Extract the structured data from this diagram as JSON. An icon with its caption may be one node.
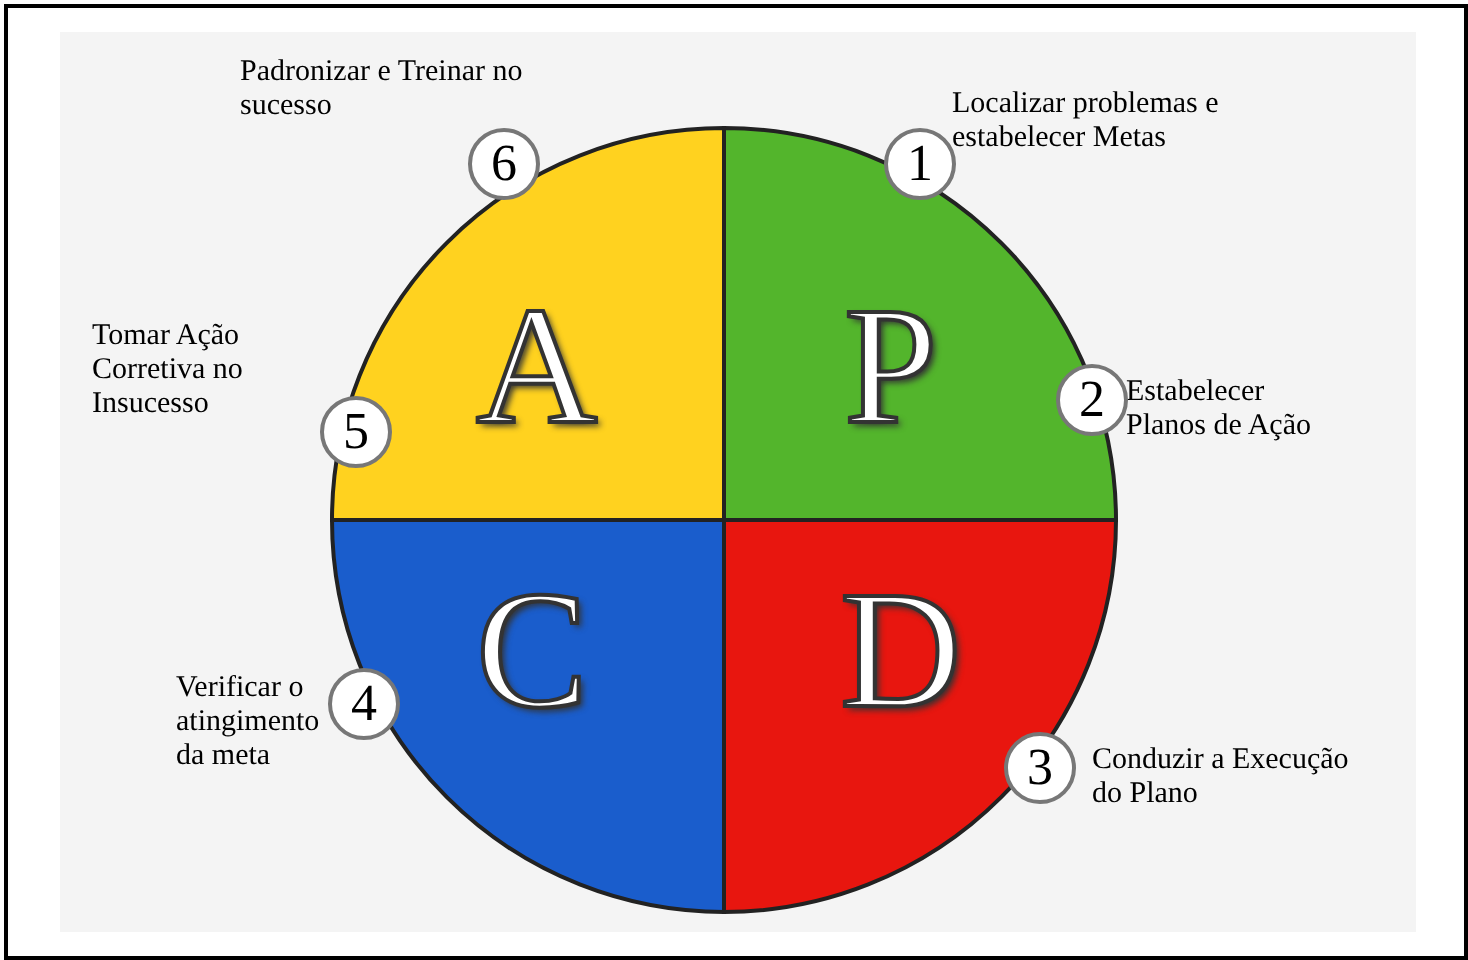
{
  "diagram": {
    "nodes": [
      {
        "text": [
          "A"
        ]
      },
      {
        "text": [
          "P"
        ]
      },
      {
        "text": [
          "C"
        ]
      },
      {
        "text": [
          "D"
        ]
      },
      {
        "text": [
          "6"
        ],
        "beside": [
          "Padronizar e Treinar no sucesso"
        ]
      },
      {
        "text": [
          "1"
        ],
        "beside": [
          "Localizar problemas e estabelecer Metas"
        ]
      },
      {
        "text": [
          "5"
        ],
        "beside": [
          "Tomar Ação Corretiva no Insucesso"
        ]
      },
      {
        "text": [
          "2"
        ],
        "beside": [
          "Estabelecer Planos de Ação"
        ]
      },
      {
        "text": [
          "4"
        ],
        "beside": [
          "Verificar o atingimento da meta"
        ]
      },
      {
        "text": [
          "3"
        ],
        "beside": [
          "Conduzir a Execução do Plano"
        ]
      }
    ]
  }
}
